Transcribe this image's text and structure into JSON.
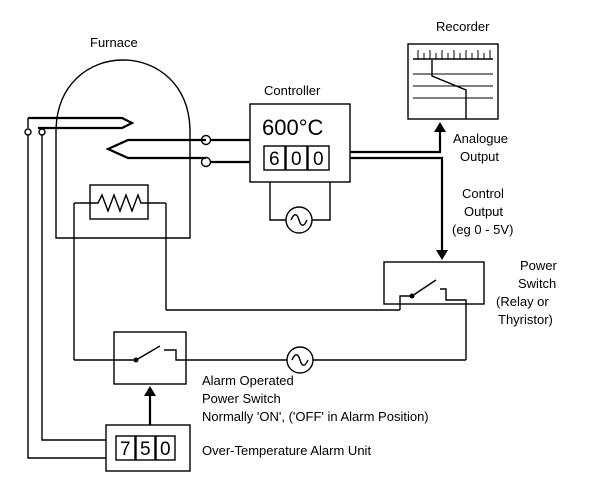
{
  "labels": {
    "furnace": "Furnace",
    "controller": "Controller",
    "recorder": "Recorder",
    "analogue_output_1": "Analogue",
    "analogue_output_2": "Output",
    "control_output_1": "Control",
    "control_output_2": "Output",
    "control_output_3": "(eg 0 - 5V)",
    "power_switch_1": "Power",
    "power_switch_2": "Switch",
    "power_switch_3": "(Relay or",
    "power_switch_4": "Thyristor)",
    "alarm_switch_1": "Alarm Operated",
    "alarm_switch_2": "Power Switch",
    "alarm_switch_3": "Normally 'ON', ('OFF' in Alarm Position)",
    "alarm_unit": "Over-Temperature Alarm Unit"
  },
  "controller": {
    "temperature": "600°C",
    "digits": [
      "6",
      "0",
      "0"
    ]
  },
  "alarm_unit": {
    "digits": [
      "7",
      "5",
      "0"
    ]
  }
}
